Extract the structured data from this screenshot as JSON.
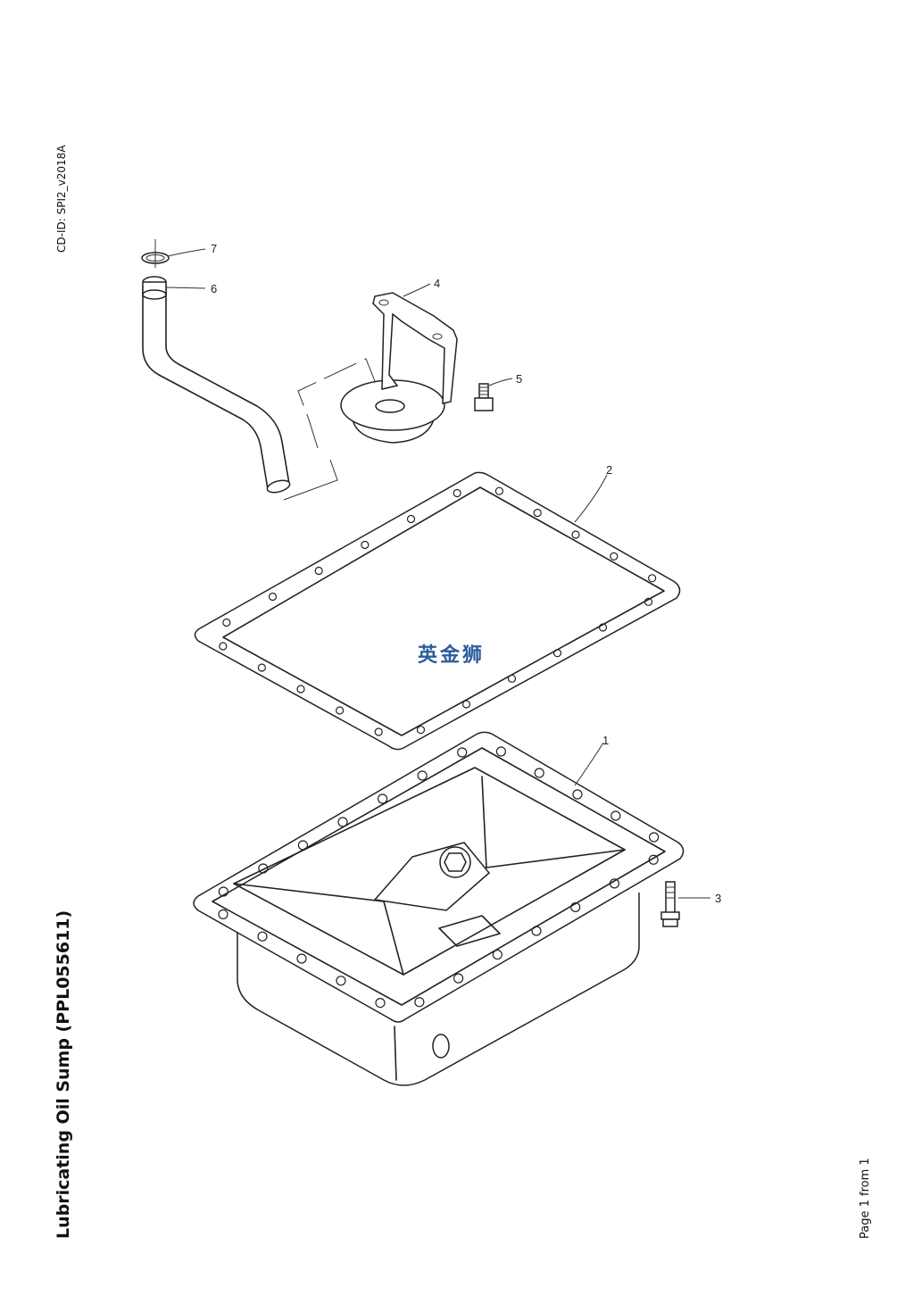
{
  "document": {
    "cd_id": "CD-ID: SPI2_v2018A",
    "title": "Lubricating Oil Sump (PPL055611)",
    "page_indicator": "Page 1 from 1",
    "watermark": "英金狮"
  },
  "callouts": [
    {
      "number": "1",
      "part": "oil-sump-pan"
    },
    {
      "number": "2",
      "part": "sump-gasket"
    },
    {
      "number": "3",
      "part": "sump-bolt"
    },
    {
      "number": "4",
      "part": "strainer-bracket"
    },
    {
      "number": "5",
      "part": "bracket-bolt"
    },
    {
      "number": "6",
      "part": "suction-pipe"
    },
    {
      "number": "7",
      "part": "o-ring"
    }
  ]
}
